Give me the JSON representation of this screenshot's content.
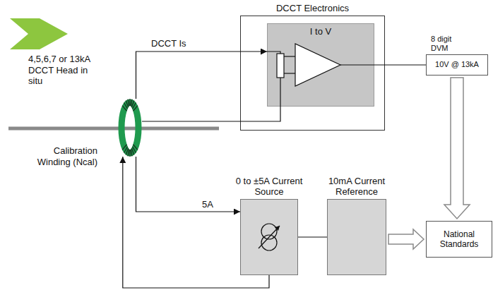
{
  "diagram": {
    "nodes": [
      {
        "text": [
          "DCCT Electronics"
        ]
      },
      {
        "text": [
          "I to V"
        ],
        "in": 0
      },
      {
        "text": [
          "8 digit DVM",
          "10V @ 13kA"
        ]
      },
      {
        "text": [
          "4,5,6,7 or 13kA DCCT Head in situ"
        ]
      },
      {
        "text": [
          "0 to ±5A Current Source"
        ]
      },
      {
        "text": [
          "10mA Current Reference"
        ]
      },
      {
        "text": [
          "National Standards"
        ]
      }
    ],
    "edges": [
      {
        "from": 3,
        "to": 1,
        "label": "DCCT Is",
        "arrow": "to"
      },
      {
        "from": 3,
        "to": 1,
        "arrow": "none"
      },
      {
        "from": 1,
        "to": 2,
        "arrow": "none"
      },
      {
        "from": 3,
        "to": 4,
        "label": "5A",
        "arrow": "to"
      },
      {
        "from": 4,
        "to": 3,
        "arrow": "to"
      },
      {
        "from": 4,
        "to": 5,
        "arrow": "none"
      },
      {
        "from": 2,
        "to": 6,
        "arrow": "to"
      },
      {
        "from": 5,
        "to": 6,
        "arrow": "to"
      }
    ],
    "labels": [
      "Calibration Winding (Ncal)"
    ]
  }
}
